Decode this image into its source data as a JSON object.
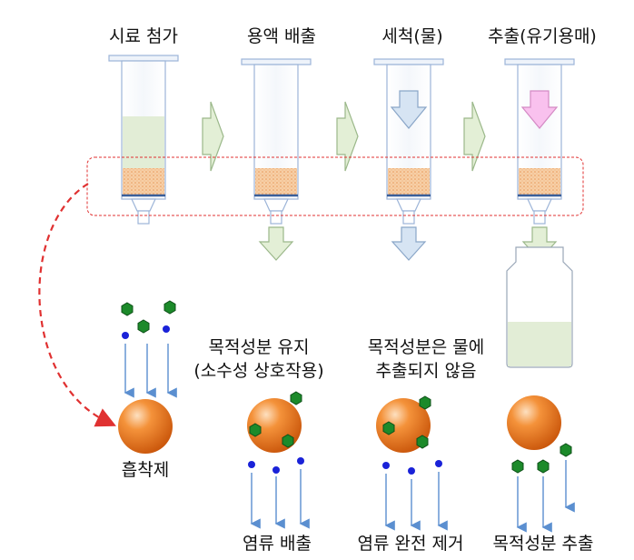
{
  "steps": [
    {
      "title": "시료 첨가"
    },
    {
      "title": "용액 배출"
    },
    {
      "title": "세척(물)"
    },
    {
      "title": "추출(유기용매)"
    }
  ],
  "bottom": {
    "sorbent_label": "흡착제",
    "stage2_note_line1": "목적성분 유지",
    "stage2_note_line2": "(소수성 상호작용)",
    "stage3_note_line1": "목적성분은 물에",
    "stage3_note_line2": "추출되지 않음",
    "result1": "염류 배출",
    "result2": "염류 완전 제거",
    "result3": "목적성분 추출"
  },
  "colors": {
    "column_outline": "#9cb4d8",
    "sample_fill": "#e2edd6",
    "packing_fill": "#f6c9a0",
    "flow_arrow_fill": "#e3efd6",
    "water_arrow_fill": "#d6e4f3",
    "solvent_arrow_fill": "#f9c1ee",
    "highlight_dash": "#e03131",
    "curve_arrow": "#e03131",
    "sorbent_sphere": "#f07a1c",
    "analyte_hexagon": "#1c8a2a",
    "salt_dot": "#1a22d8",
    "drop_arrow": "#5b8fd0"
  }
}
